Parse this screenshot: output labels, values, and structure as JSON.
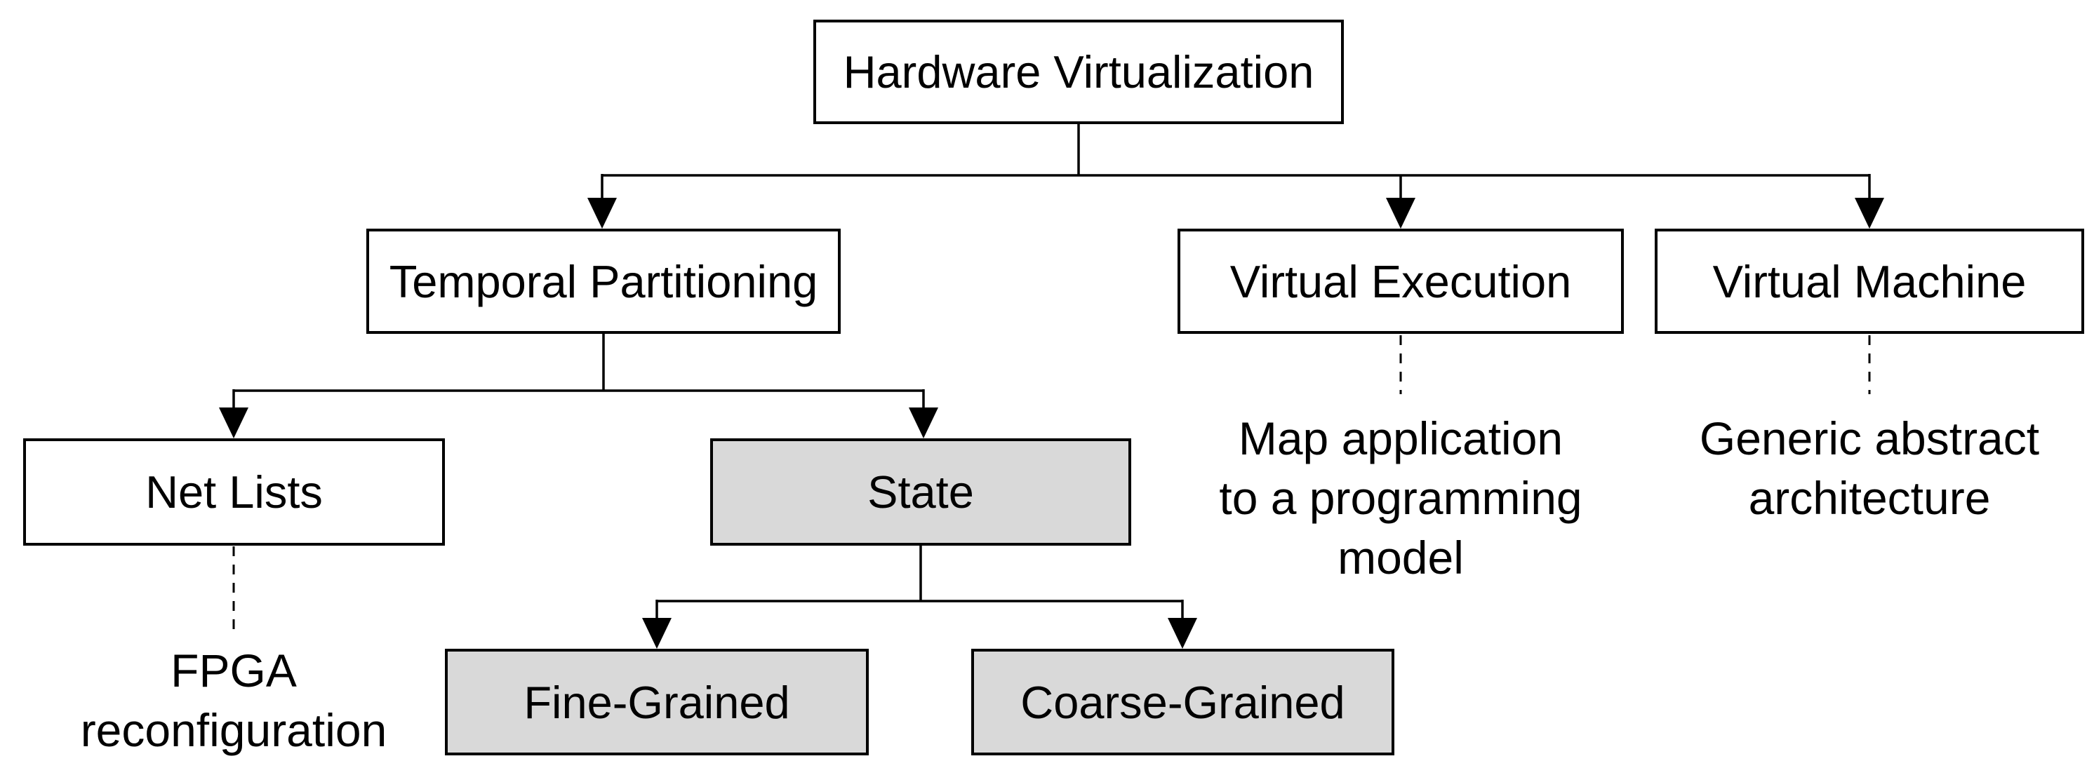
{
  "diagram": {
    "type": "tree",
    "nodes": {
      "root": {
        "label": "Hardware Virtualization",
        "variant": "white"
      },
      "temporal_partitioning": {
        "label": "Temporal Partitioning",
        "variant": "white"
      },
      "virtual_execution": {
        "label": "Virtual Execution",
        "variant": "white"
      },
      "virtual_machine": {
        "label": "Virtual Machine",
        "variant": "white"
      },
      "net_lists": {
        "label": "Net Lists",
        "variant": "white"
      },
      "state": {
        "label": "State",
        "variant": "gray"
      },
      "fine_grained": {
        "label": "Fine-Grained",
        "variant": "gray"
      },
      "coarse_grained": {
        "label": "Coarse-Grained",
        "variant": "gray"
      }
    },
    "annotations": {
      "fpga": {
        "lines": [
          "FPGA",
          "reconfiguration"
        ],
        "full_text": "FPGA reconfiguration",
        "linked_node": "Net Lists"
      },
      "map_app": {
        "lines": [
          "Map application",
          "to a programming",
          "model"
        ],
        "full_text": "Map application to a programming model",
        "linked_node": "Virtual Execution"
      },
      "generic_arch": {
        "lines": [
          "Generic abstract",
          "architecture"
        ],
        "full_text": "Generic abstract architecture",
        "linked_node": "Virtual Machine"
      }
    },
    "edges": [
      {
        "from": "Hardware Virtualization",
        "to": "Temporal Partitioning",
        "style": "solid-arrow"
      },
      {
        "from": "Hardware Virtualization",
        "to": "Virtual Execution",
        "style": "solid-arrow"
      },
      {
        "from": "Hardware Virtualization",
        "to": "Virtual Machine",
        "style": "solid-arrow"
      },
      {
        "from": "Temporal Partitioning",
        "to": "Net Lists",
        "style": "solid-arrow"
      },
      {
        "from": "Temporal Partitioning",
        "to": "State",
        "style": "solid-arrow"
      },
      {
        "from": "State",
        "to": "Fine-Grained",
        "style": "solid-arrow"
      },
      {
        "from": "State",
        "to": "Coarse-Grained",
        "style": "solid-arrow"
      },
      {
        "from": "Net Lists",
        "to": "FPGA reconfiguration",
        "style": "dashed"
      },
      {
        "from": "Virtual Execution",
        "to": "Map application to a programming model",
        "style": "dashed"
      },
      {
        "from": "Virtual Machine",
        "to": "Generic abstract architecture",
        "style": "dashed"
      }
    ],
    "colors": {
      "background": "#ffffff",
      "node_fill": "#ffffff",
      "highlight_fill": "#d9d9d9",
      "line": "#000000",
      "text": "#000000"
    }
  }
}
